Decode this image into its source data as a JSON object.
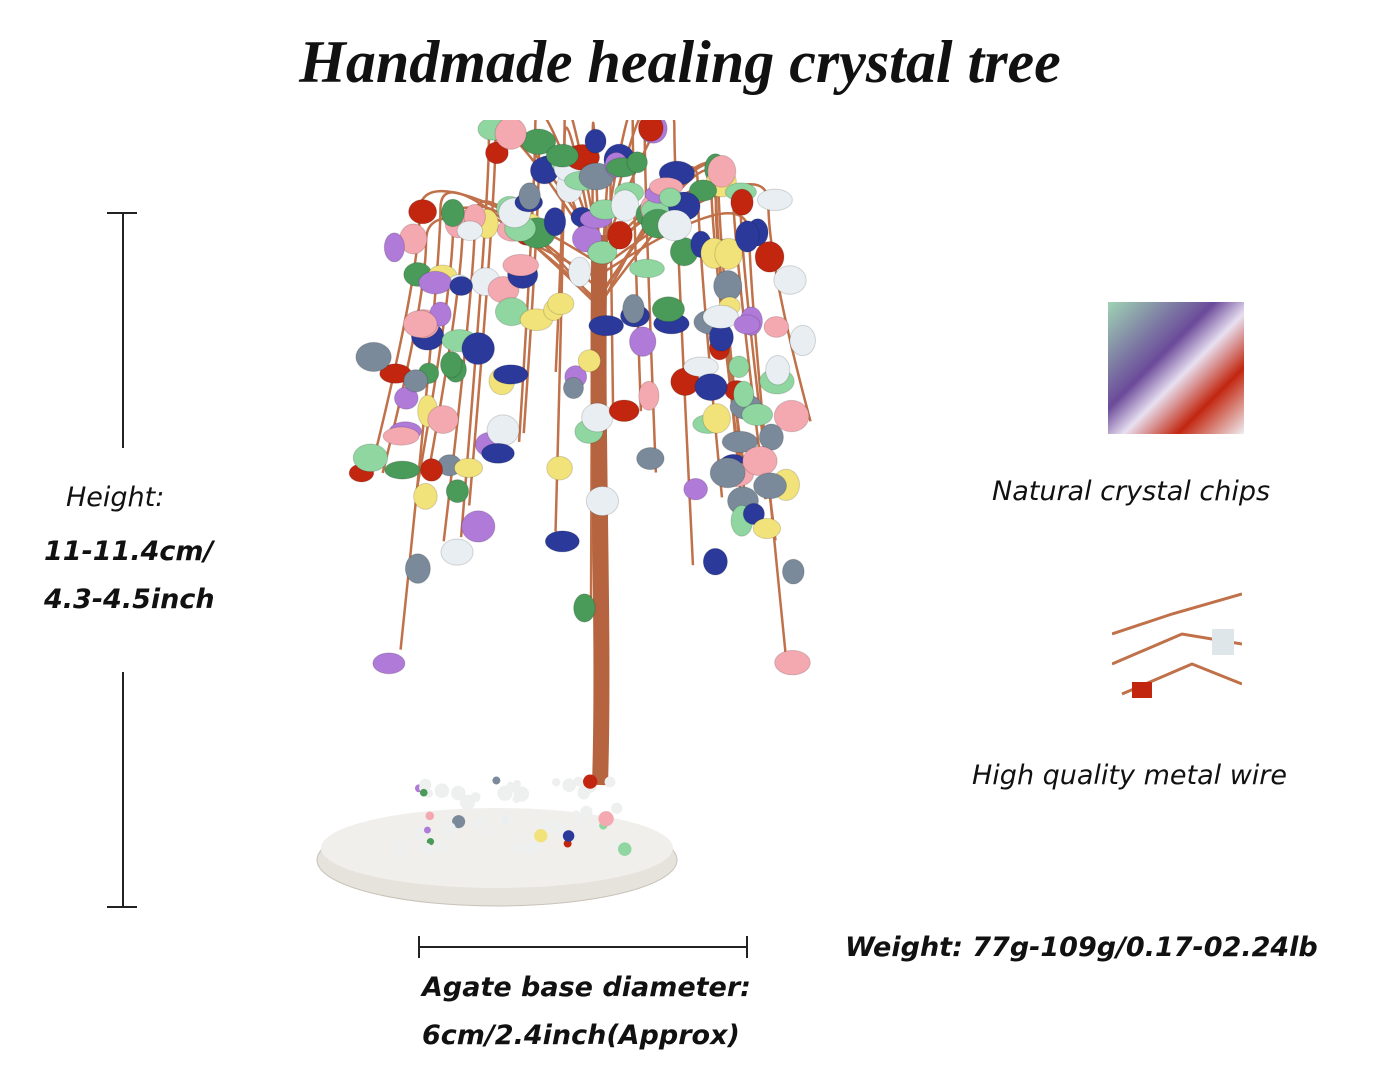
{
  "title": "Handmade healing crystal tree",
  "height": {
    "label": "Height:",
    "cm": "11-11.4cm/",
    "inch": "4.3-4.5inch"
  },
  "base": {
    "line1": "Agate base diameter:",
    "line2": "6cm/2.4inch(Approx)"
  },
  "weight": "Weight:  77g-109g/0.17-02.24lb",
  "features": [
    {
      "label": "Natural crystal chips"
    },
    {
      "label": "High quality metal wire"
    }
  ],
  "colors": {
    "wire": "#c0714a",
    "stones": [
      "#f4a8b0",
      "#2b3a9a",
      "#4a9a5a",
      "#b07ad8",
      "#c2260f",
      "#f2e27a",
      "#e8eef2",
      "#8fd6a0",
      "#7a8a9a"
    ]
  }
}
